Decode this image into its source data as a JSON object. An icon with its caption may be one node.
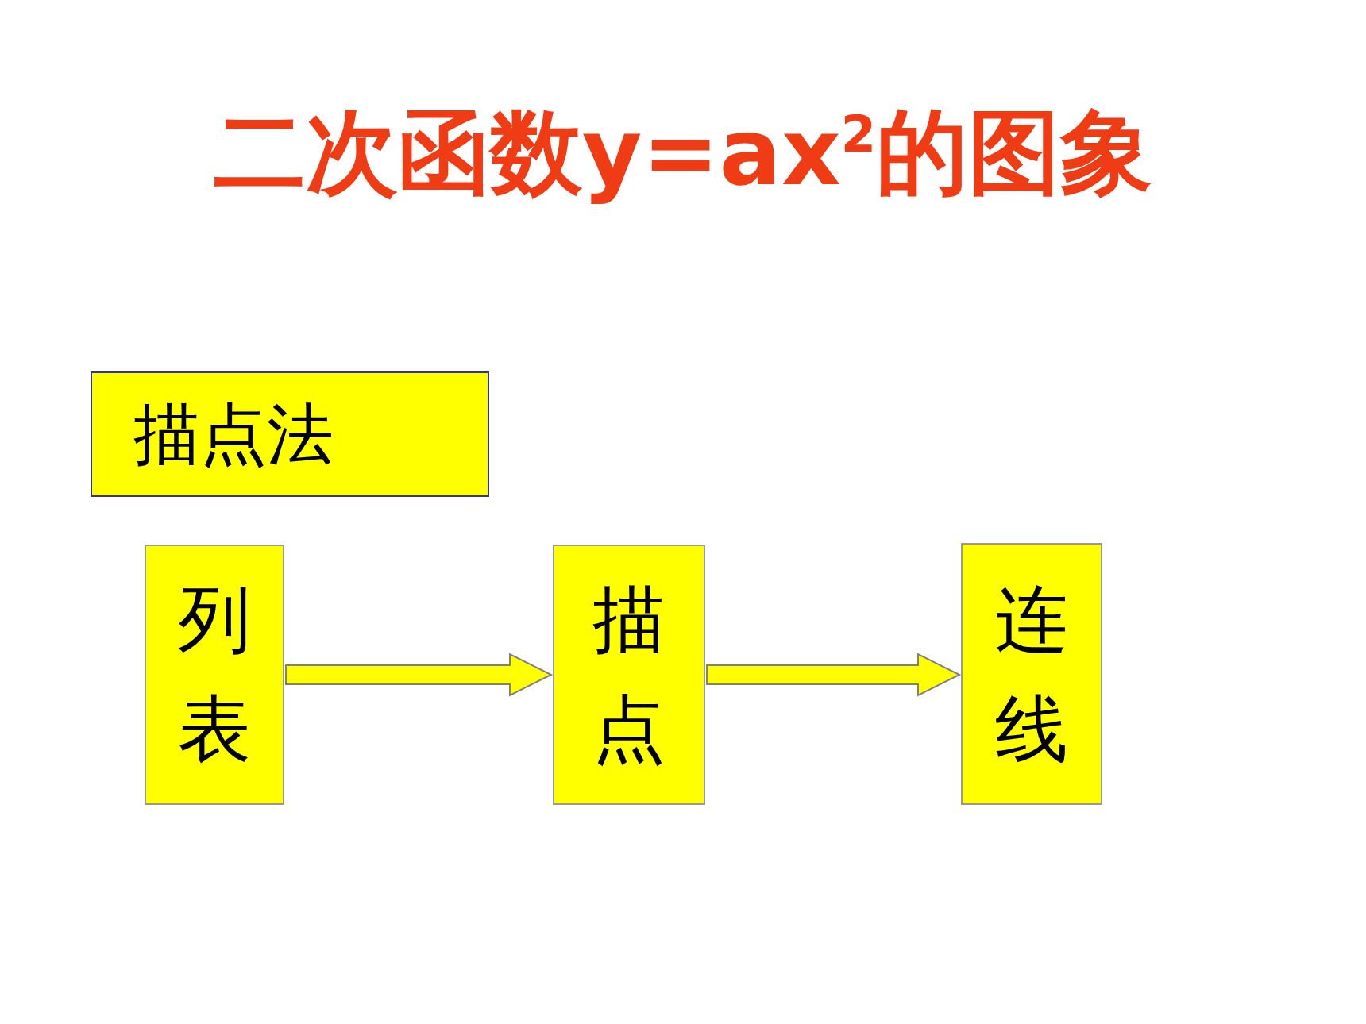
{
  "diagram": {
    "title": "二次函数y=ax$^{2}$的图象",
    "nodes": [
      {
        "text": [
          "描点法"
        ]
      },
      {
        "text": [
          "列表"
        ]
      },
      {
        "text": [
          "描点"
        ]
      },
      {
        "text": [
          "连线"
        ]
      }
    ],
    "edges": [
      {
        "from": 1,
        "to": 2,
        "arrow": "to"
      },
      {
        "from": 2,
        "to": 3,
        "arrow": "to"
      }
    ]
  }
}
